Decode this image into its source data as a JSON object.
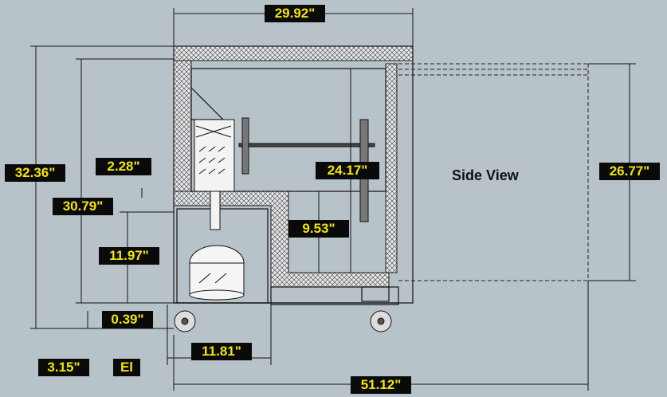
{
  "view_title": "Side View",
  "dimensions": {
    "overall_width": "29.92\"",
    "overall_height": "32.36\"",
    "height_to_top": "30.79\"",
    "top_offset": "2.28\"",
    "interior_height": "24.17\"",
    "shelf_clearance": "9.53\"",
    "door_open_height": "26.77\"",
    "compartment_height": "11.97\"",
    "floor_clearance": "0.39\"",
    "caster_height": "3.15\"",
    "compressor_depth": "11.81\"",
    "door_open_depth": "51.12\"",
    "el_label": "El"
  },
  "colors": {
    "background": "#b8c3c9",
    "label_bg": "#0a0a0a",
    "label_text": "#f2e600"
  },
  "icon_names": [
    "cabinet-outline",
    "insulation-hatch",
    "door-open-dashed",
    "shelf-bracket",
    "compressor",
    "caster-wheel"
  ]
}
